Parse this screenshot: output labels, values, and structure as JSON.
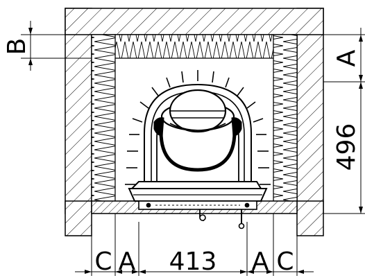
{
  "dimensions": {
    "bottom_c_left": "C",
    "bottom_a_left": "A",
    "bottom_width": "413",
    "bottom_a_right": "A",
    "bottom_c_right": "C",
    "left_b": "B",
    "right_a": "A",
    "right_height": "496"
  },
  "colors": {
    "line": "#000000",
    "background": "#ffffff"
  }
}
